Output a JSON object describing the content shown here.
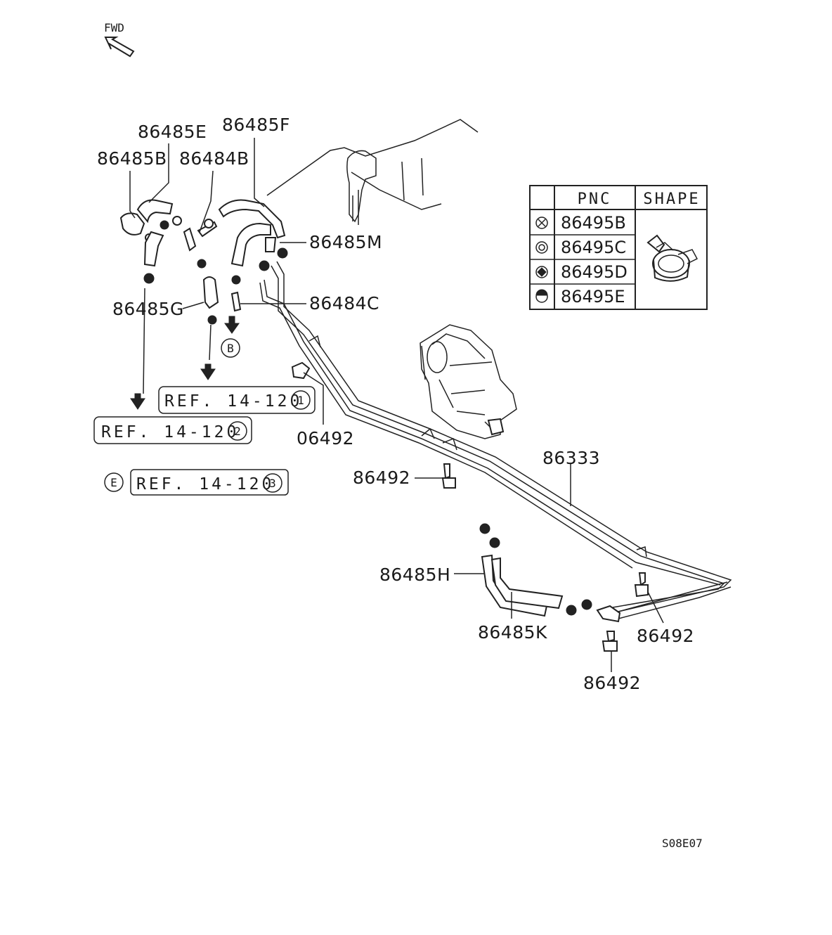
{
  "orientation": {
    "label": "FWD"
  },
  "parts": {
    "p86485E": "86485E",
    "p86485F": "86485F",
    "p86485B": "86485B",
    "p86484B": "86484B",
    "p86485M": "86485M",
    "p86484C": "86484C",
    "p86485G": "86485G",
    "p06492": "06492",
    "p86492_a": "86492",
    "p86333": "86333",
    "p86485H": "86485H",
    "p86485K": "86485K",
    "p86492_b": "86492",
    "p86492_c": "86492"
  },
  "markers": {
    "B": "B",
    "E": "E"
  },
  "refs": [
    {
      "text": "REF. 14-120",
      "num": "1"
    },
    {
      "text": "REF. 14-120",
      "num": "2"
    },
    {
      "text": "REF. 14-120",
      "num": "3"
    }
  ],
  "table": {
    "headers": [
      "PNC",
      "SHAPE"
    ],
    "rows": [
      {
        "pnc": "86495B",
        "symbol": "circle-x-icon"
      },
      {
        "pnc": "86495C",
        "symbol": "double-circle-icon"
      },
      {
        "pnc": "86495D",
        "symbol": "circle-diamond-icon"
      },
      {
        "pnc": "86495E",
        "symbol": "half-filled-circle-icon"
      }
    ]
  },
  "figure_code": "S08E07"
}
